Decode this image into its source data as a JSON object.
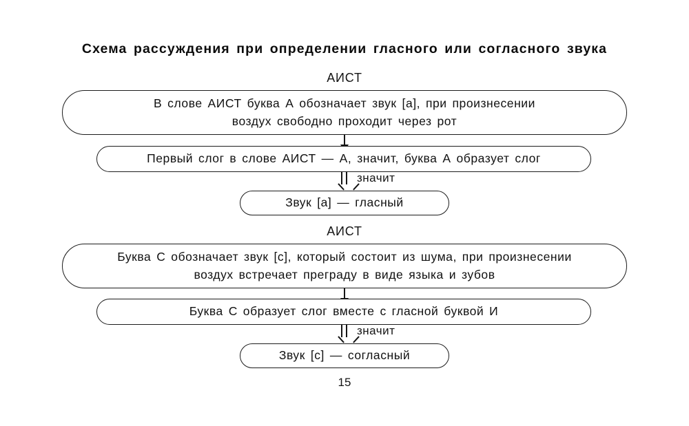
{
  "document": {
    "title": "Схема рассуждения при определении гласного или согласного звука",
    "page_number": "15"
  },
  "sections": [
    {
      "heading": "АИСТ",
      "nodes": [
        "В слове АИСТ буква А обозначает звук [а], при произнесении\nвоздух свободно проходит через рот",
        "Первый слог в слове АИСТ — А, значит, буква А образует слог",
        "Звук [а] — гласный"
      ],
      "arrow_caption": "значит"
    },
    {
      "heading": "АИСТ",
      "nodes": [
        "Буква С обозначает звук [с], который состоит из шума, при произнесении\nвоздух встречает преграду в виде языка и зубов",
        "Буква С образует слог вместе с гласной буквой И",
        "Звук [с] — согласный"
      ],
      "arrow_caption": "значит"
    }
  ],
  "colors": {
    "ink": "#111111",
    "stroke": "#1b1b1b",
    "background": "#ffffff"
  }
}
